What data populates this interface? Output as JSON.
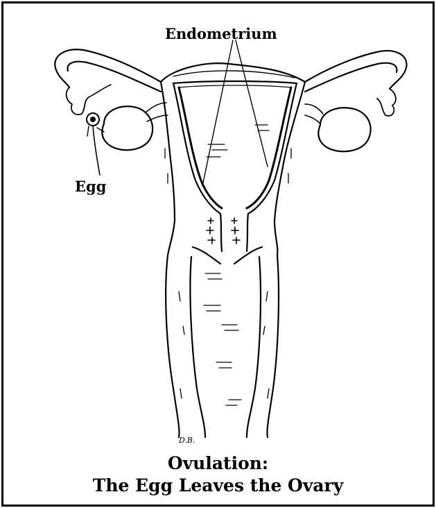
{
  "labels": {
    "endometrium": "Endometrium",
    "egg": "Egg",
    "signature": "D.B."
  },
  "caption": {
    "line1": "Ovulation:",
    "line2": "The Egg Leaves the Ovary"
  },
  "colors": {
    "ink": "#000000",
    "paper": "#ffffff"
  }
}
